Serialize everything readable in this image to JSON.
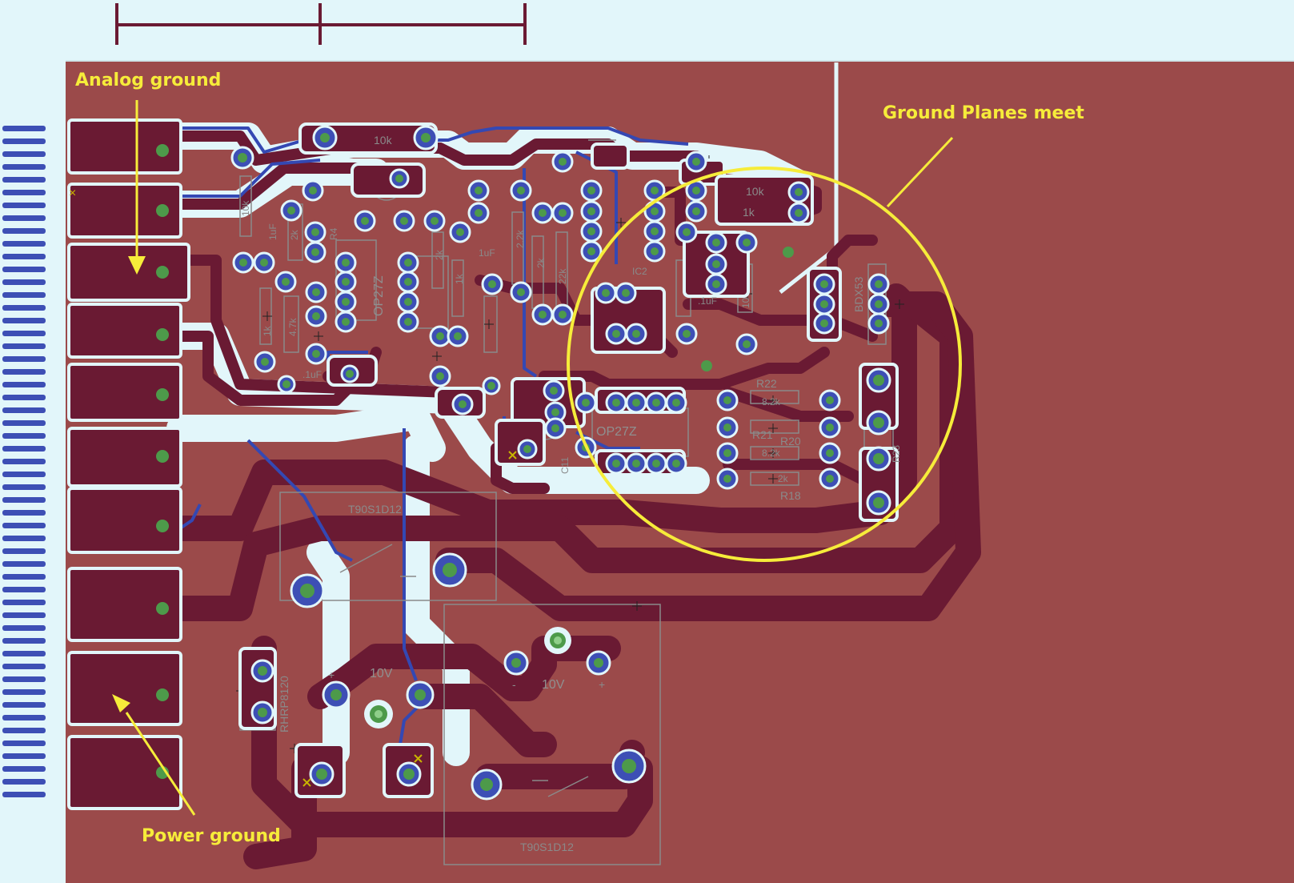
{
  "annotations": {
    "analog_ground": "Analog ground",
    "power_ground": "Power ground",
    "ground_planes_meet": "Ground Planes meet"
  },
  "colors": {
    "background": "#e2f6fa",
    "copper_pour": "#9b4a4a",
    "copper_trace": "#6a1a33",
    "bottom_trace": "#3448b3",
    "pad_ring": "#3d4fb5",
    "pad_center": "#4d9a4a",
    "annotation": "#f6ec3a",
    "silkscreen": "#8a8a8a"
  },
  "components": {
    "r_10k_top": "10k",
    "r_10k_right": "10k",
    "r_1k_right": "1k",
    "r_10k_left": "10k",
    "cap_1uf_a": "1uF",
    "r_2k_a": "2k",
    "r_r4": "R4",
    "ic_op27z_left": "OP27Z",
    "cap_1uf_b": "1uF",
    "r_2k_b": "2k",
    "r_1k_mid": "1k",
    "r_2_2k": "2.2k",
    "r_22k": "22k",
    "r_2k_c": "2k",
    "r_47k": "4.7k",
    "cap_1uf_c": ".1uF",
    "r_1k_b": "1k",
    "r_10_b": "10",
    "cap_1uf_d": ".1uF",
    "transistor": "BDX53",
    "r22": "R22",
    "r_8_2k_a": "8.2k",
    "r21": "R21",
    "r20": "R20",
    "r_8_2k_b": "8.2k",
    "r_2k_d": "2k",
    "r18": "R18",
    "r23": "R23",
    "ic_op27z_right": "OP27Z",
    "c11": "C11",
    "ic_c2": "IC2",
    "relay_top": "T90S1D12",
    "relay_bottom": "T90S1D12",
    "diode": "RHRP8120",
    "v_left": "10V",
    "v_right": "10V",
    "plus": "+",
    "minus": "-"
  }
}
